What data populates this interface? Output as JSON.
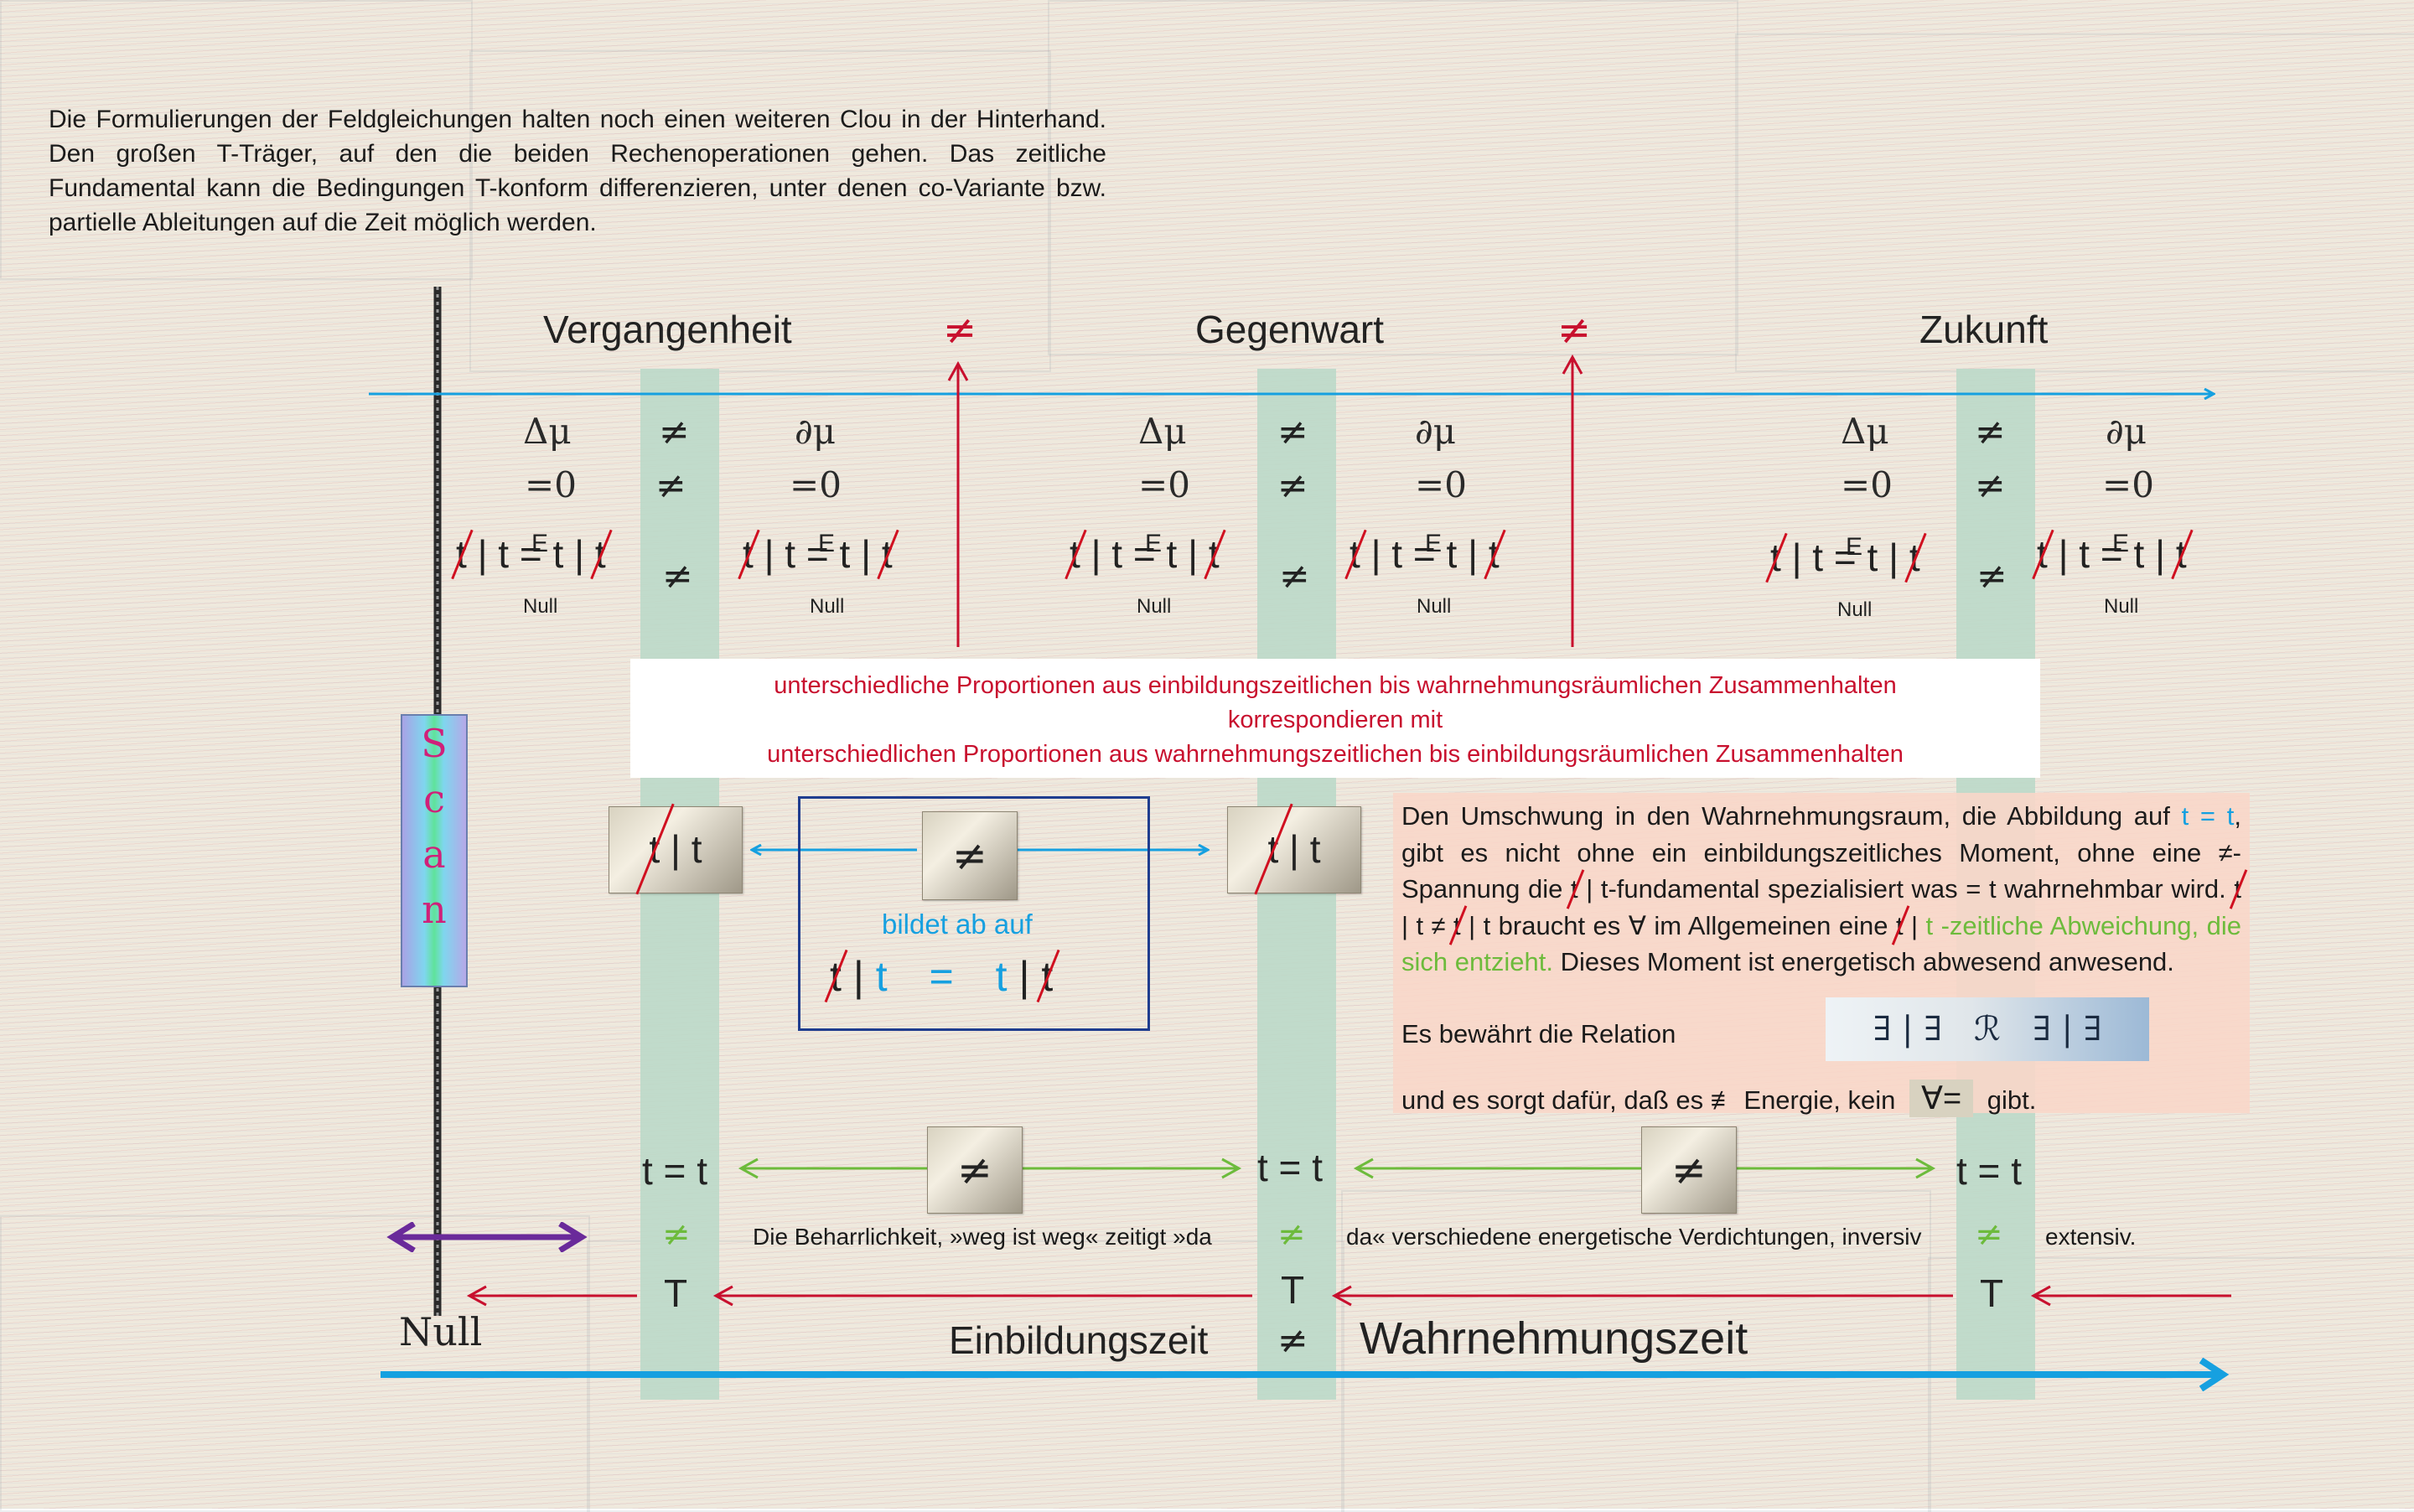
{
  "intro_text": "Die Formulierungen der Feldgleichungen halten noch einen weiteren Clou in der Hinterhand. Den großen T-Träger, auf den die beiden Rechenoperationen gehen. Das zeitliche Fundamental kann die Bedingungen T-konform differenzieren, unter denen co-Variante bzw. partielle Ableitungen auf die Zeit möglich werden.",
  "headings": {
    "past": "Vergangenheit",
    "present": "Gegenwart",
    "future": "Zukunft"
  },
  "symbols": {
    "neq": "≠",
    "delta_mu": "Δμ",
    "partial_mu": "∂μ",
    "eq_zero": "=0",
    "t": "t",
    "bar": "|",
    "eq": "=",
    "E": "E",
    "Null": "Null",
    "tt": "t = t",
    "T": "T",
    "t_bar_t": "| t",
    "forall_eq": "∀="
  },
  "white_box": {
    "line1": "unterschiedliche Proportionen aus einbildungszeitlichen bis wahrnehmungsräumlichen Zusammenhalten",
    "line2": "korrespondieren mit",
    "line3": "unterschiedlichen Proportionen aus wahrnehmungszeitlichen bis einbildungsräumlichen Zusammenhalten"
  },
  "blue_box": {
    "caption": "bildet ab auf",
    "t": "t",
    "eq": "="
  },
  "pink_box": {
    "p1": "Den Umschwung in den Wahrnehmungsraum, die Abbildung auf",
    "p1_blue": "t = t",
    "p2": ", gibt es nicht ohne ein einbildungszeitliches Moment, ohne eine ≠-Spannung die",
    "p3": "| t-fundamental spezialisiert was = t wahrnehmbar wird.",
    "p4a": "| t ≠",
    "p4b": "| t braucht es  ∀ im Allgemeinen  eine",
    "p4c": "| ",
    "p4_green": "t -zeitliche Abweichung, die sich entzieht.",
    "p5": "Dieses Moment ist energetisch abwesend anwesend.",
    "relation_label": "Es bewährt die Relation",
    "relation": "∃ | ∃   ℛ   ∃ | ∃",
    "last_a": "und es sorgt dafür, daß es  ≢  Energie,  kein",
    "last_b": "gibt."
  },
  "bottom_text": {
    "a": "Die Beharrlichkeit, »weg ist weg« zeitigt  »da",
    "b": "da«  verschiedene energetische Verdichtungen, inversiv",
    "c": "extensiv."
  },
  "scan_letters": [
    "S",
    "c",
    "a",
    "n"
  ],
  "labels": {
    "null": "Null",
    "einbildungszeit": "Einbildungszeit",
    "wahrnehmungszeit": "Wahrnehmungszeit"
  },
  "colors": {
    "blue": "#16a0e0",
    "red": "#c8102e",
    "green": "#6dbb3c",
    "purple": "#6a2a9a",
    "column": "#bdd9c9"
  }
}
